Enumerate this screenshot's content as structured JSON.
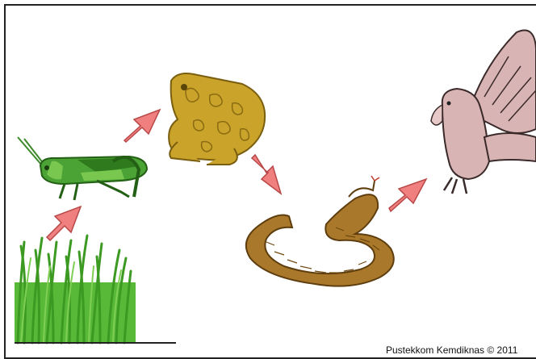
{
  "credit": "Pustekkom Kemdiknas © 2011",
  "organisms": [
    {
      "name": "grass",
      "icon": "grass-icon"
    },
    {
      "name": "grasshopper",
      "icon": "grasshopper-icon"
    },
    {
      "name": "frog",
      "icon": "frog-icon"
    },
    {
      "name": "snake",
      "icon": "snake-icon"
    },
    {
      "name": "eagle",
      "icon": "eagle-icon"
    }
  ],
  "colors": {
    "arrow": "#f08080",
    "arrow_stroke": "#b84848",
    "grass": "#3fa62c",
    "grasshopper": "#4aa334",
    "frog": "#c9a32a",
    "snake": "#a9782a",
    "eagle": "#d9b4b4"
  }
}
